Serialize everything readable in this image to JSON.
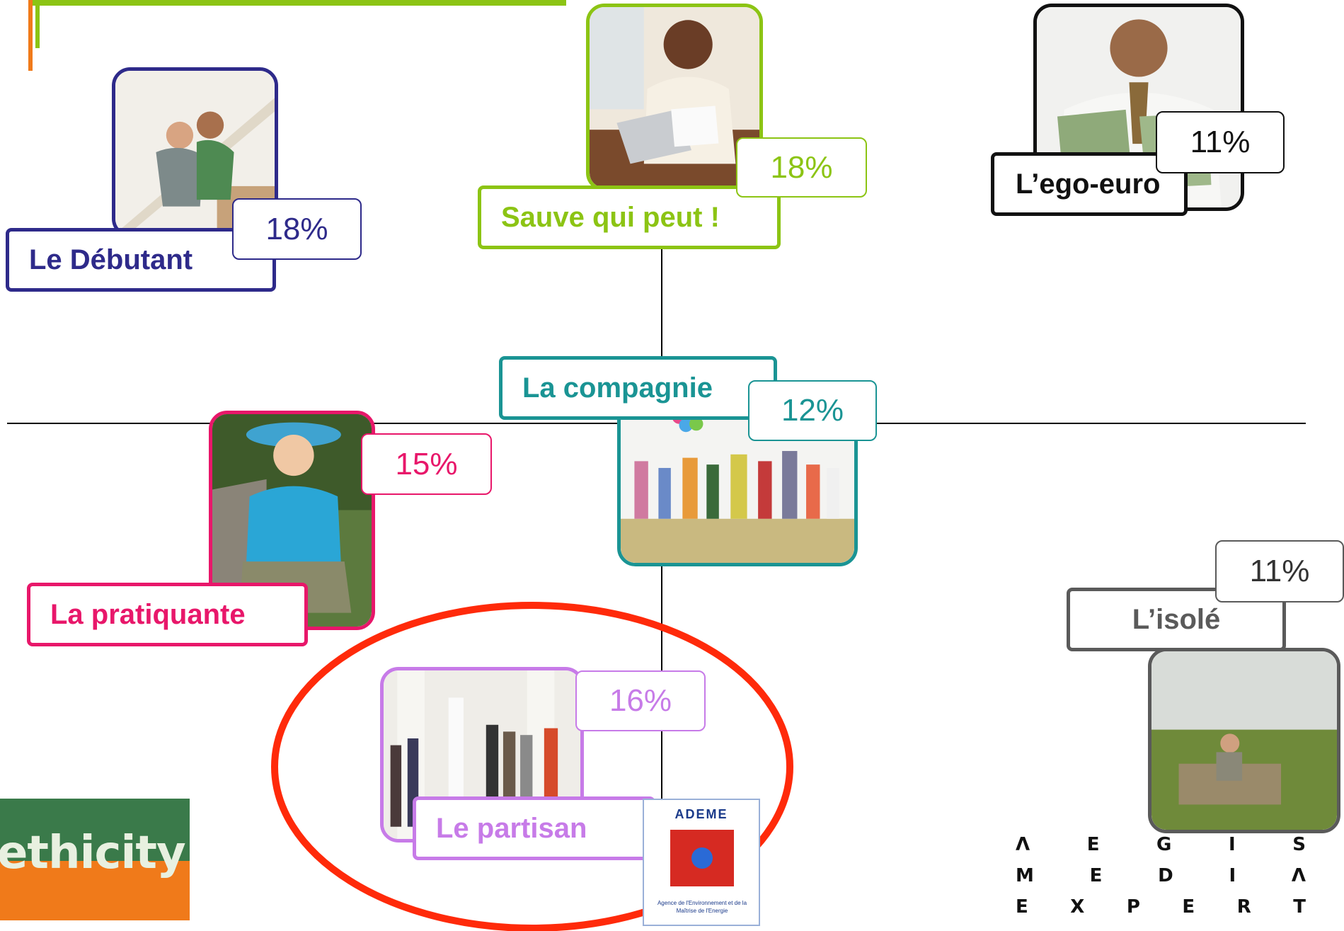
{
  "colors": {
    "debutant": "#2e2a8a",
    "sauve": "#8cc414",
    "ego": "#111111",
    "compagnie": "#1a9494",
    "pratiquante": "#e8176a",
    "partisan": "#c77be8",
    "isole": "#5a5a5a",
    "ellipse": "#ff2a0a",
    "header_green": "#8cc414",
    "header_orange": "#f07a1a"
  },
  "segments": {
    "debutant": {
      "name": "Le Débutant",
      "pct": "18%"
    },
    "sauve": {
      "name": "Sauve qui peut !",
      "pct": "18%"
    },
    "ego": {
      "name": "L’ego-euro",
      "pct": "11%"
    },
    "compagnie": {
      "name": "La compagnie",
      "pct": "12%"
    },
    "pratiquante": {
      "name": "La pratiquante",
      "pct": "15%"
    },
    "partisan": {
      "name": "Le partisan",
      "pct": "16%"
    },
    "isole": {
      "name": "L’isolé",
      "pct": "11%"
    }
  },
  "logos": {
    "ethicity": "ethicity",
    "ademe_title": "ADEME",
    "ademe_caption": "Agence de l'Environnement et de la Maîtrise de l'Energie",
    "aegis_rows": [
      [
        "Λ",
        "E",
        "G",
        "I",
        "S"
      ],
      [
        "M",
        "E",
        "D",
        "I",
        "Λ"
      ],
      [
        "E",
        "X",
        "P",
        "E",
        "R",
        "T"
      ]
    ]
  }
}
